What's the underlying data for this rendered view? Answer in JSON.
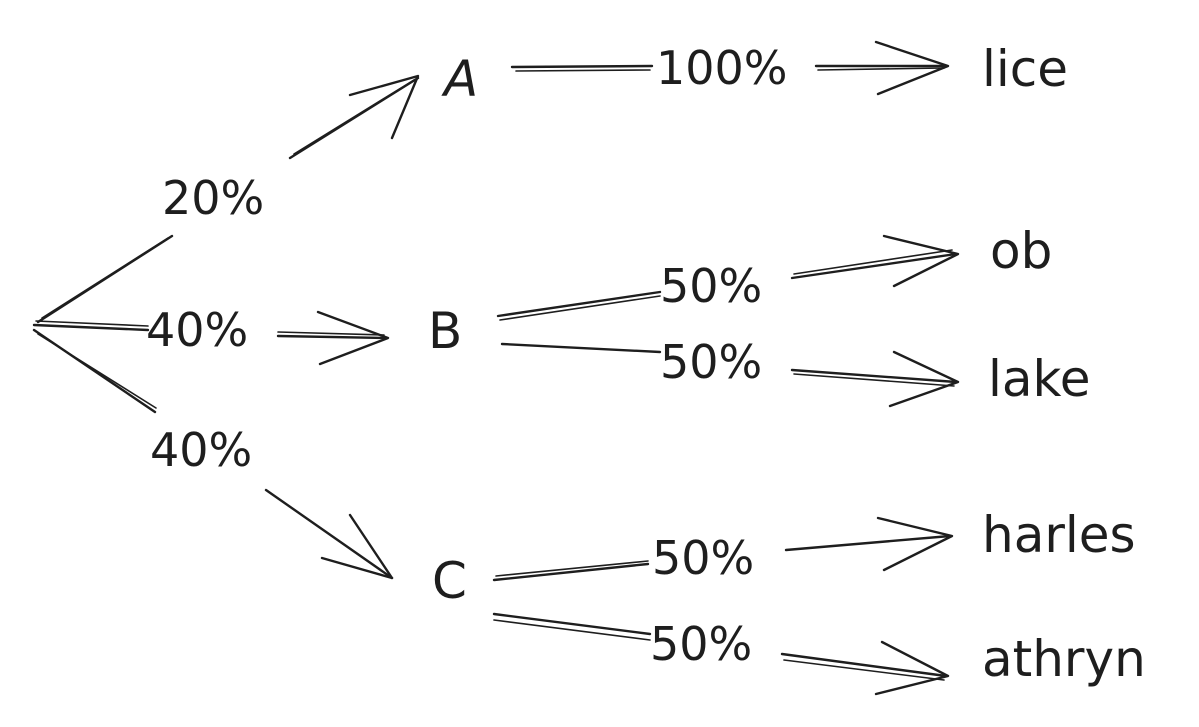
{
  "nodes": {
    "a": "A",
    "b": "B",
    "c": "C"
  },
  "leaves": {
    "lice": "lice",
    "ob": "ob",
    "lake": "lake",
    "harles": "harles",
    "athryn": "athryn"
  },
  "edges": {
    "root_a": "20%",
    "root_b": "40%",
    "root_c": "40%",
    "a_lice": "100%",
    "b_ob": "50%",
    "b_lake": "50%",
    "c_harles": "50%",
    "c_athryn": "50%"
  }
}
